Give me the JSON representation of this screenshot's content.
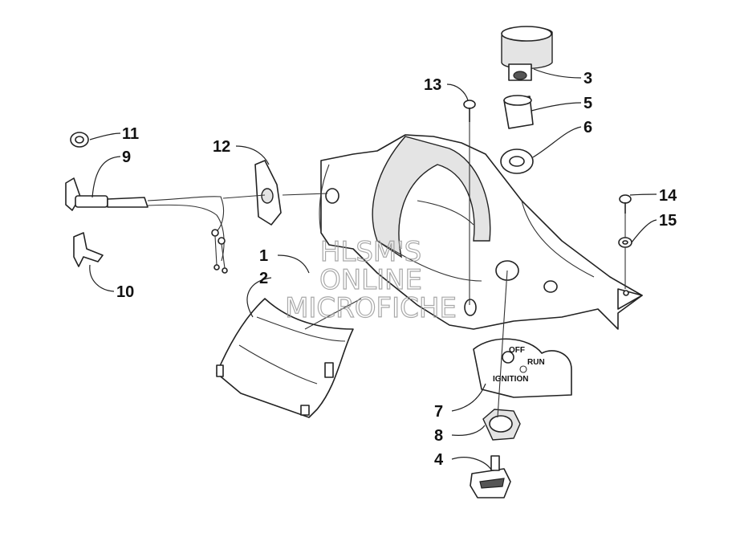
{
  "watermark": {
    "line1": "HLSM'S",
    "line2": "ONLINE",
    "line3": "MICROFICHE"
  },
  "ignition_plate": {
    "off": "OFF",
    "run": "RUN",
    "ignition": "IGNITION"
  },
  "callouts": {
    "c1": "1",
    "c2": "2",
    "c3": "3",
    "c4": "4",
    "c5": "5",
    "c6": "6",
    "c7": "7",
    "c8": "8",
    "c9": "9",
    "c10": "10",
    "c11": "11",
    "c12": "12",
    "c13": "13",
    "c14": "14",
    "c15": "15"
  }
}
